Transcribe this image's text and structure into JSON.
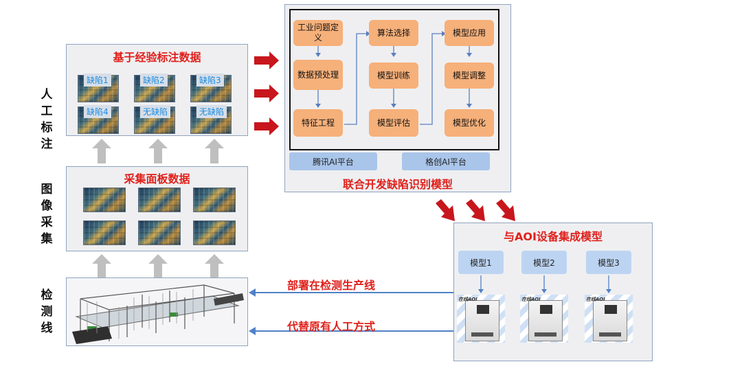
{
  "side_labels": {
    "manual": "人工标注",
    "image": "图像采集",
    "line": "检测线"
  },
  "panels": {
    "annotation_title": "基于经验标注数据",
    "collection_title": "采集面板数据",
    "joint_title": "联合开发缺陷识别模型",
    "aoi_title": "与AOI设备集成模型"
  },
  "defect_tags": [
    "缺陷1",
    "缺陷2",
    "缺陷3",
    "缺陷4",
    "无缺陷",
    "无缺陷"
  ],
  "flow": {
    "col1": [
      "工业问题定义",
      "数据预处理",
      "特征工程"
    ],
    "col2": [
      "算法选择",
      "模型训练",
      "模型评估"
    ],
    "col3": [
      "模型应用",
      "模型调整",
      "模型优化"
    ]
  },
  "platforms": [
    "腾讯AI平台",
    "格创AI平台"
  ],
  "models": [
    "模型1",
    "模型2",
    "模型3"
  ],
  "machine_brand": "在线AOI",
  "arrows_text": {
    "deploy": "部署在检测生产线",
    "replace": "代替原有人工方式"
  },
  "colors": {
    "red": "#e0201b",
    "orange": "#f6b07a",
    "blue_platform": "#a9c5ea",
    "arrow_blue": "#4f81c7"
  }
}
